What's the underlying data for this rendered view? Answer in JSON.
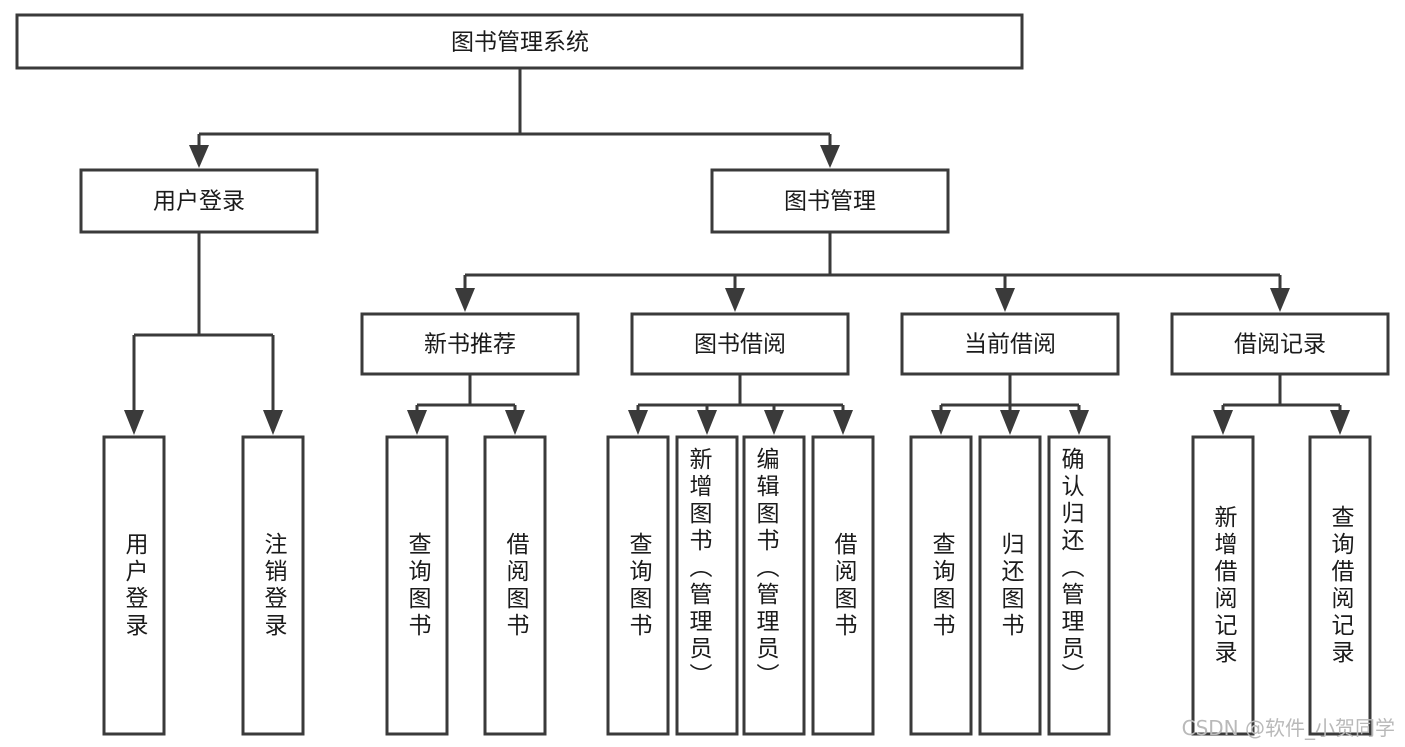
{
  "diagram": {
    "type": "tree-hierarchy-chart",
    "title": "图书管理系统",
    "orientation": "top-down",
    "colors": {
      "box_stroke": "#3a3a3a",
      "box_fill": "#ffffff",
      "connector": "#3a3a3a",
      "text": "#1b1b1b",
      "watermark": "#b9b9b9",
      "background": "#ffffff"
    },
    "root": {
      "label": "图书管理系统"
    },
    "level2": [
      {
        "label": "用户登录"
      },
      {
        "label": "图书管理"
      }
    ],
    "level3": [
      {
        "label": "新书推荐"
      },
      {
        "label": "图书借阅"
      },
      {
        "label": "当前借阅"
      },
      {
        "label": "借阅记录"
      }
    ],
    "leaves": {
      "user_login": [
        {
          "label": "用户登录"
        },
        {
          "label": "注销登录"
        }
      ],
      "new_book_recommend": [
        {
          "label": "查询图书"
        },
        {
          "label": "借阅图书"
        }
      ],
      "book_borrow": [
        {
          "label": "查询图书"
        },
        {
          "label": "新增图书（管理员）"
        },
        {
          "label": "编辑图书（管理员）"
        },
        {
          "label": "借阅图书"
        }
      ],
      "current_borrow": [
        {
          "label": "查询图书"
        },
        {
          "label": "归还图书"
        },
        {
          "label": "确认归还（管理员）"
        }
      ],
      "borrow_record": [
        {
          "label": "新增借阅记录"
        },
        {
          "label": "查询借阅记录"
        }
      ]
    }
  },
  "watermark": {
    "text": "CSDN @软件_小贺同学"
  }
}
